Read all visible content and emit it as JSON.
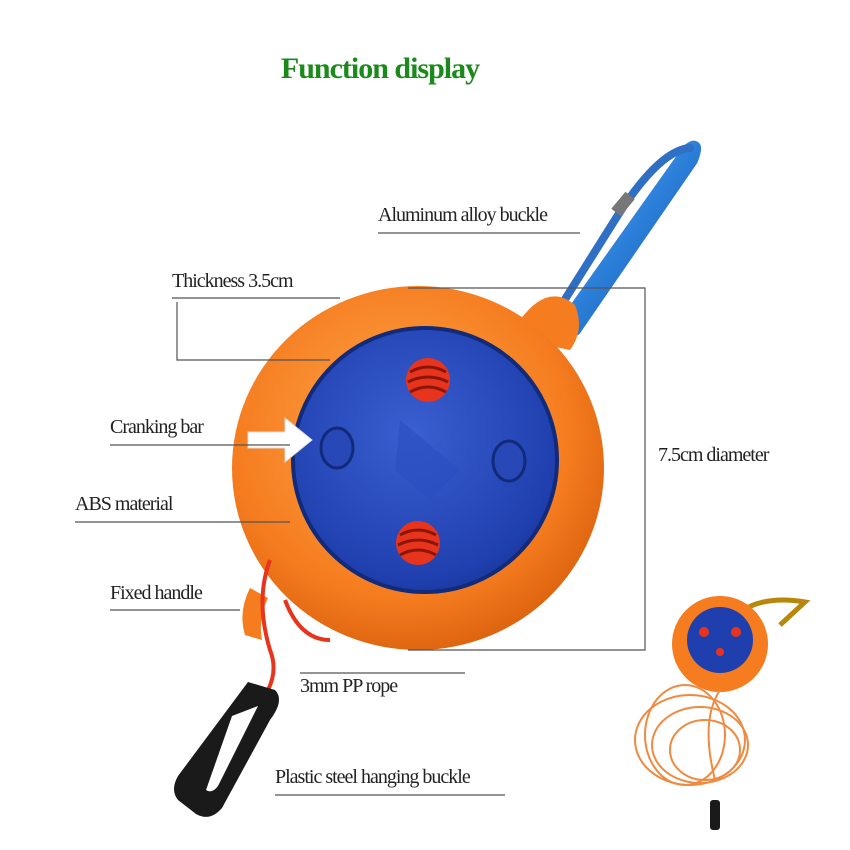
{
  "title": "Function display",
  "labels": {
    "buckle": "Aluminum alloy buckle",
    "thickness": "Thickness 3.5cm",
    "cranking": "Cranking bar",
    "diameter": "7.5cm diameter",
    "abs": "ABS material",
    "handle": "Fixed handle",
    "rope": "3mm PP rope",
    "hanging": "Plastic steel hanging buckle"
  },
  "colors": {
    "title": "#1b8a1b",
    "body_orange": "#f57c1f",
    "face_blue": "#1f3fae",
    "carabiner_blue": "#2b7fd9",
    "rope_red": "#e8341c",
    "hook_black": "#1a1a1a"
  }
}
